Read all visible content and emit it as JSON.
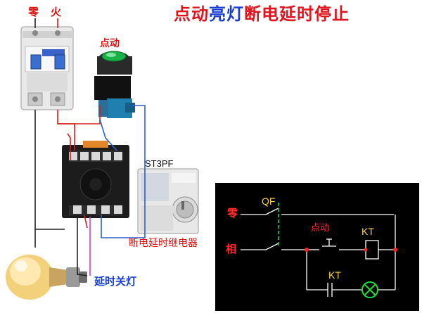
{
  "title": {
    "part1": "点动",
    "part2": "亮灯",
    "part3": "断电延时停止"
  },
  "labels": {
    "neutral": "零",
    "live": "火",
    "pushbutton": "点动",
    "module": "ST3PF",
    "relay": "断电延时继电器",
    "delay_off": "延时关灯"
  },
  "schematic": {
    "qf": "QF",
    "neutral": "零",
    "phase": "相",
    "pushbutton": "点动",
    "coil": "KT",
    "contact": "KT"
  },
  "colors": {
    "schematic_bg": "#000000",
    "wire_schematic": "#ffffff",
    "label_yellow": "#ffd43b",
    "label_red": "#ff2a2a",
    "lamp_green": "#22dd33",
    "node_red": "#ff2222"
  }
}
